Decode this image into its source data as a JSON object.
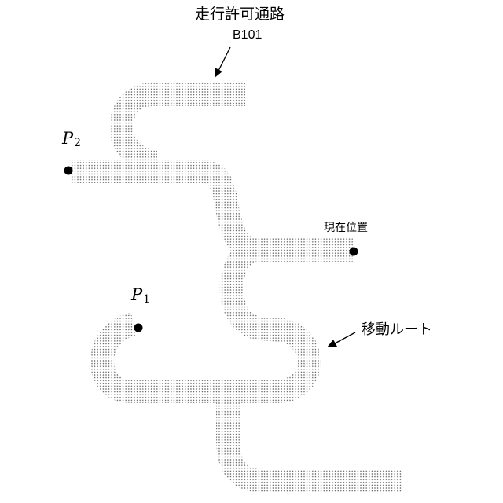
{
  "labels": {
    "title": "走行許可通路",
    "subtitle": "B101",
    "current_position": "現在位置",
    "route": "移動ルート",
    "p2_main": "P",
    "p2_sub": "2",
    "p1_main": "P",
    "p1_sub": "1"
  },
  "colors": {
    "path_fill": "#ffffff",
    "path_dots": "#5a5a5a",
    "line": "#000000",
    "marker": "#000000"
  }
}
